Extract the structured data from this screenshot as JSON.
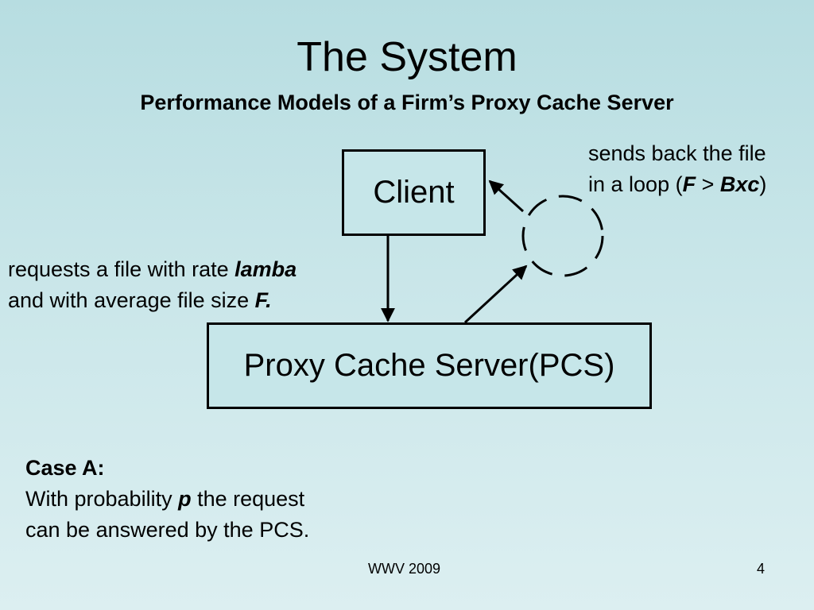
{
  "slide": {
    "title": "The System",
    "subtitle": "Performance Models of a Firm’s Proxy Cache Server"
  },
  "diagram": {
    "client_label": "Client",
    "pcs_label": "Proxy Cache Server(PCS)",
    "loop_note": {
      "line1": "sends back the file",
      "line2_prefix": "in a loop (",
      "var_f": "F",
      "op": " > ",
      "var_bxc": "Bxc",
      "line2_suffix": ")"
    },
    "request_note": {
      "line1_prefix": "requests a file with rate ",
      "rate_var": "lamba",
      "line2_prefix": "and with average file size ",
      "size_var": "F."
    }
  },
  "case": {
    "heading": "Case A:",
    "line1_prefix": "With probability ",
    "prob_var": "p",
    "line1_suffix": " the request",
    "line2": "can be answered by the PCS."
  },
  "footer": {
    "left": "WWV 2009",
    "page_number": "4"
  }
}
